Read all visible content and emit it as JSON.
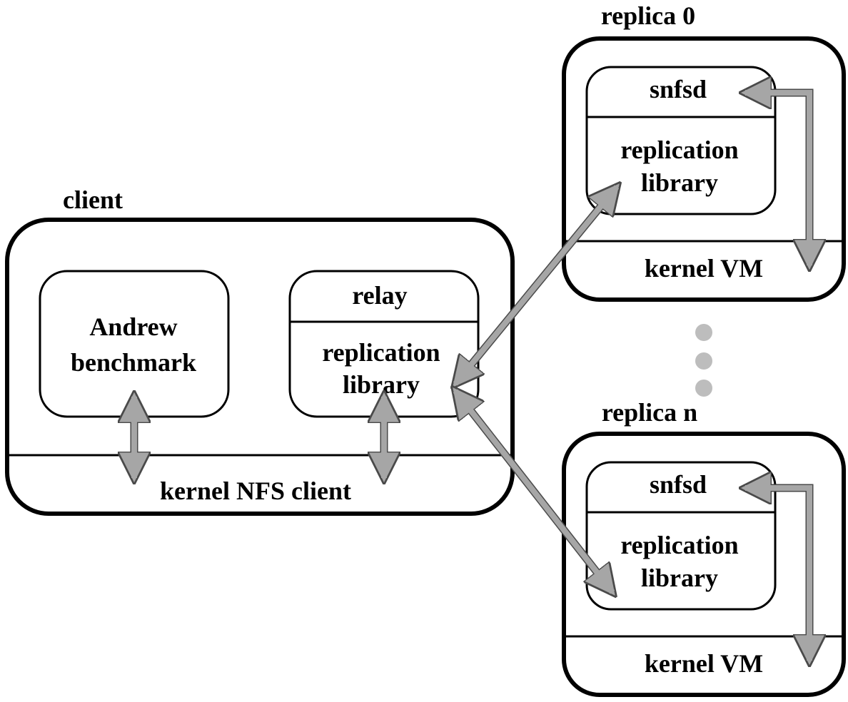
{
  "client": {
    "title": "client",
    "andrew_line1": "Andrew",
    "andrew_line2": "benchmark",
    "relay": "relay",
    "replication_line1": "replication",
    "replication_line2": "library",
    "kernel": "kernel NFS client"
  },
  "replica_0": {
    "title": "replica 0",
    "daemon": "snfsd",
    "replication_line1": "replication",
    "replication_line2": "library",
    "kernel": "kernel VM"
  },
  "replica_n": {
    "title": "replica n",
    "daemon": "snfsd",
    "replication_line1": "replication",
    "replication_line2": "library",
    "kernel": "kernel VM"
  },
  "colors": {
    "outline": "#000000",
    "arrow": "#a6a6a6",
    "dots": "#bdbdbd"
  }
}
